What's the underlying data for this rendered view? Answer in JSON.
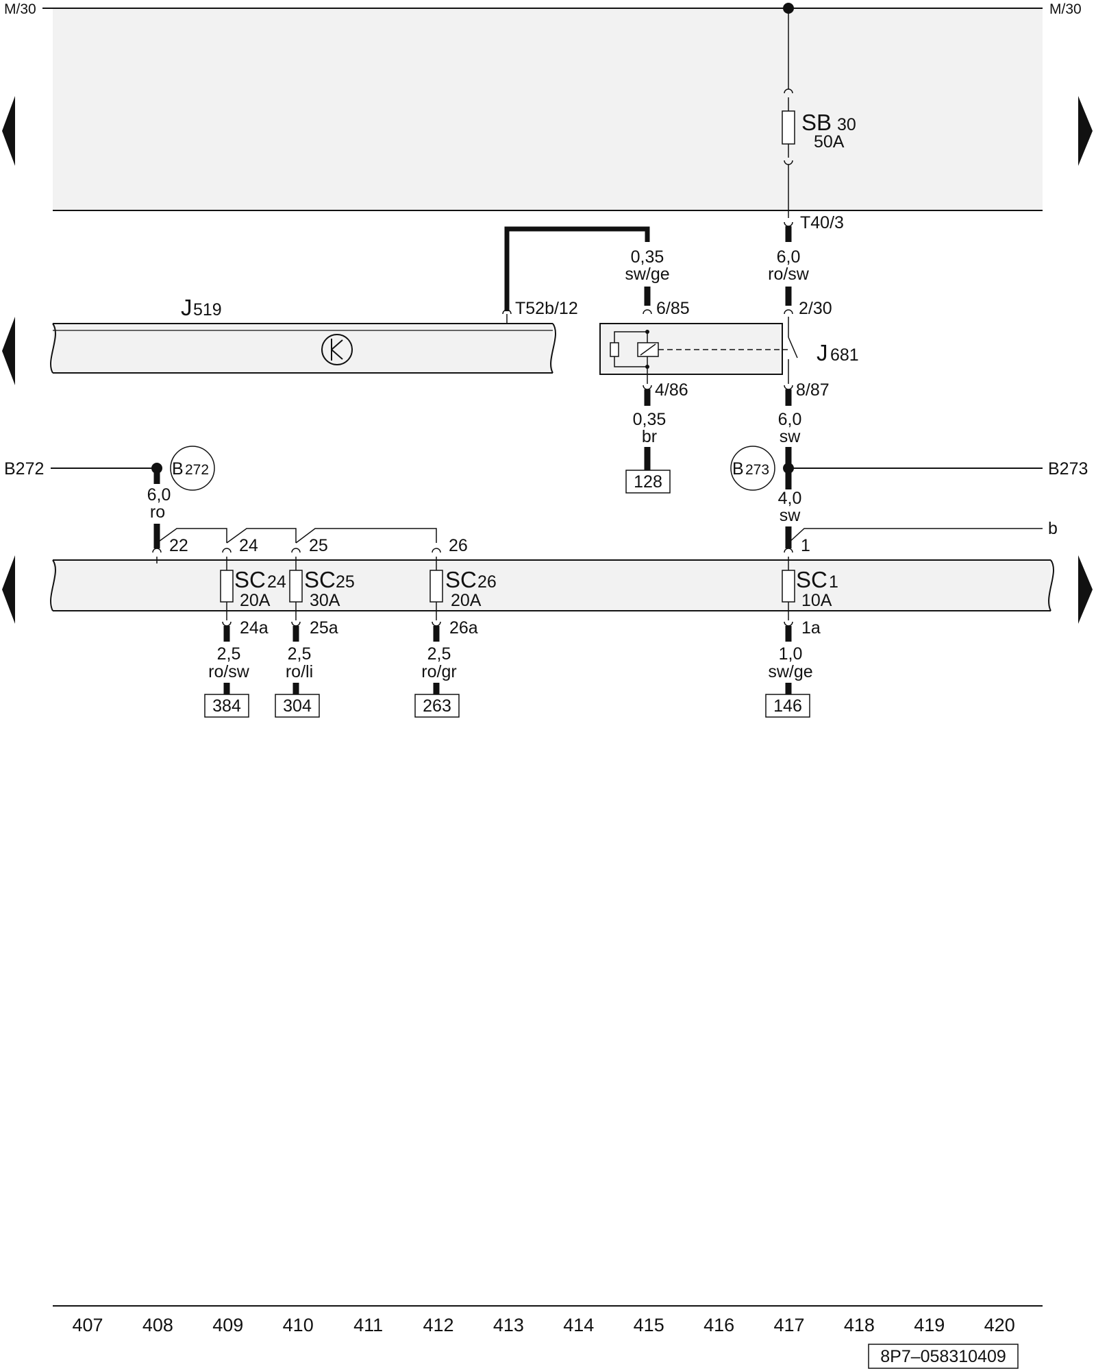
{
  "rail_labels": {
    "top_left": "M/30",
    "top_right": "M/30"
  },
  "fuse_sb": {
    "name": "SB",
    "number": "30",
    "rating": "50A"
  },
  "connector_t40": "T40/3",
  "wire_t40": {
    "size": "6,0",
    "color": "ro/sw"
  },
  "wire_t52": {
    "size": "0,35",
    "color": "sw/ge"
  },
  "control_unit": {
    "name": "J",
    "number": "519",
    "connector": "T52b/12"
  },
  "relay": {
    "name": "J",
    "number": "681",
    "pin_85": "6/85",
    "pin_30": "2/30",
    "pin_86": "4/86",
    "pin_87": "8/87"
  },
  "wire_86": {
    "size": "0,35",
    "color": "br",
    "ref": "128"
  },
  "wire_87": {
    "size": "6,0",
    "color": "sw"
  },
  "b272": {
    "rail_label": "B272",
    "circle_letter": "B",
    "circle_number": "272"
  },
  "b273": {
    "rail_label": "B273",
    "circle_letter": "B",
    "circle_number": "273"
  },
  "wire_b272": {
    "size": "6,0",
    "color": "ro"
  },
  "wire_b273": {
    "size": "4,0",
    "color": "sw"
  },
  "branch_label": "b",
  "fuse_sc_inputs": [
    "22",
    "24",
    "25",
    "26",
    "1"
  ],
  "fuses_sc": [
    {
      "name": "SC",
      "number": "24",
      "rating": "20A",
      "out_pin": "24a",
      "size": "2,5",
      "color": "ro/sw",
      "ref": "384"
    },
    {
      "name": "SC",
      "number": "25",
      "rating": "30A",
      "out_pin": "25a",
      "size": "2,5",
      "color": "ro/li",
      "ref": "304"
    },
    {
      "name": "SC",
      "number": "26",
      "rating": "20A",
      "out_pin": "26a",
      "size": "2,5",
      "color": "ro/gr",
      "ref": "263"
    },
    {
      "name": "SC",
      "number": "1",
      "rating": "10A",
      "out_pin": "1a",
      "size": "1,0",
      "color": "sw/ge",
      "ref": "146"
    }
  ],
  "grid_numbers": [
    "407",
    "408",
    "409",
    "410",
    "411",
    "412",
    "413",
    "414",
    "415",
    "416",
    "417",
    "418",
    "419",
    "420"
  ],
  "doc_id": "8P7–058310409",
  "colors": {
    "box_fill": "#f2f2f2",
    "line": "#111111"
  }
}
